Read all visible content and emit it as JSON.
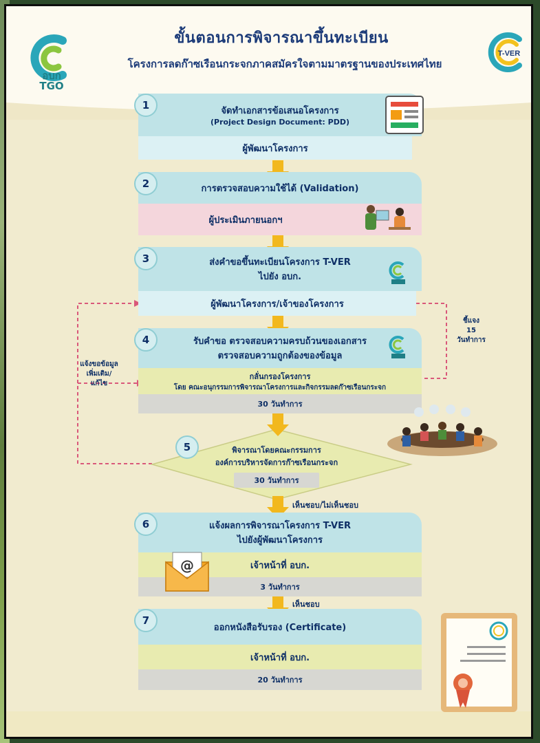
{
  "header": {
    "title": "ขั้นตอนการพิจารณาขึ้นทะเบียน",
    "subtitle": "โครงการลดก๊าซเรือนกระจกภาคสมัครใจตามมาตรฐานของประเทศไทย",
    "tgo_logo_text_1": "อบก",
    "tgo_logo_text_2": "TGO",
    "tver_logo_text": "T-VER"
  },
  "steps": [
    {
      "number": "1",
      "title_line1": "จัดทำเอกสารข้อเสนอโครงการ",
      "title_line2": "(Project Design Document: PDD)",
      "responsible": "ผู้พัฒนาโครงการ"
    },
    {
      "number": "2",
      "title_line1": "การตรวจสอบความใช้ได้ (Validation)",
      "responsible": "ผู้ประเมินภายนอกฯ"
    },
    {
      "number": "3",
      "title_line1": "ส่งคำขอขึ้นทะเบียนโครงการ T-VER",
      "title_line2": "ไปยัง อบก.",
      "responsible": "ผู้พัฒนาโครงการ/เจ้าของโครงการ"
    },
    {
      "number": "4",
      "title_line1": "รับคำขอ ตรวจสอบความครบถ้วนของเอกสาร",
      "title_line2": "ตรวจสอบความถูกต้องของข้อมูล",
      "responsible_line1": "กลั่นกรองโครงการ",
      "responsible_line2": "โดย คณะอนุกรรมการพิจารณาโครงการและกิจกรรมลดก๊าซเรือนกระจก",
      "duration": "30 วันทำการ"
    },
    {
      "number": "5",
      "title_line1": "พิจารณาโดยคณะกรรมการ",
      "title_line2": "องค์การบริหารจัดการก๊าซเรือนกระจก",
      "duration": "30 วันทำการ"
    },
    {
      "number": "6",
      "title_line1": "แจ้งผลการพิจารณาโครงการ T-VER",
      "title_line2": "ไปยังผู้พัฒนาโครงการ",
      "responsible": "เจ้าหน้าที่ อบก.",
      "duration": "3 วันทำการ"
    },
    {
      "number": "7",
      "title_line1": "ออกหนังสือรับรอง (Certificate)",
      "responsible": "เจ้าหน้าที่ อบก.",
      "duration": "20 วันทำการ"
    }
  ],
  "side_notes": {
    "clarify_line1": "ชี้แจง",
    "clarify_line2": "15",
    "clarify_line3": "วันทำการ",
    "request_line1": "แจ้งขอข้อมูล",
    "request_line2": "เพิ่มเติม/",
    "request_line3": "แก้ไข"
  },
  "arrow_labels": {
    "after_5": "เห็นชอบ/ไม่เห็นชอบ",
    "after_6": "เห็นชอบ"
  },
  "icons": {
    "email_symbol": "@"
  },
  "colors": {
    "title": "#1b3a78",
    "step_head": "#bfe3e7",
    "step_light": "#dcf1f4",
    "validator_row": "#f4d6dc",
    "staff_row": "#e8ebb0",
    "duration_row": "#d7d7d2",
    "arrow": "#f2b81e",
    "dashed_feedback": "#d9587a"
  }
}
